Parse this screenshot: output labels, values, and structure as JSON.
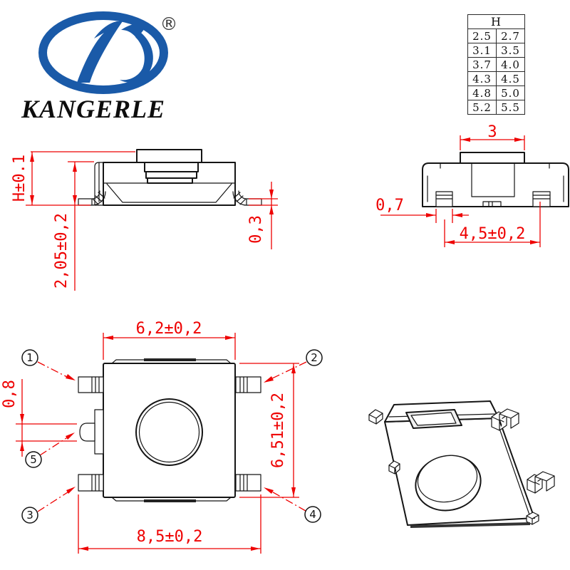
{
  "colors": {
    "brand_blue": "#1a5aa8",
    "dimension_red": "#ee0000",
    "line_black": "#151515"
  },
  "logo": {
    "brand": "KANGERLE",
    "registered": "®"
  },
  "height_table": {
    "header": "H",
    "rows": [
      [
        "2.5",
        "2.7"
      ],
      [
        "3.1",
        "3.5"
      ],
      [
        "3.7",
        "4.0"
      ],
      [
        "4.3",
        "4.5"
      ],
      [
        "4.8",
        "5.0"
      ],
      [
        "5.2",
        "5.5"
      ]
    ]
  },
  "side_view": {
    "overall_height": "H±0.1",
    "body_height": "2,05±0,2",
    "lead_thickness": "0,3"
  },
  "front_view": {
    "stem_width": "3",
    "lead_width": "0,7",
    "lead_pitch": "4,5±0,2"
  },
  "top_view": {
    "body_width": "6,2±0,2",
    "bump_width": "0,8",
    "body_depth": "6,51±0,2",
    "overall_width": "8,5±0,2",
    "callouts": [
      "1",
      "2",
      "3",
      "4",
      "5"
    ]
  }
}
